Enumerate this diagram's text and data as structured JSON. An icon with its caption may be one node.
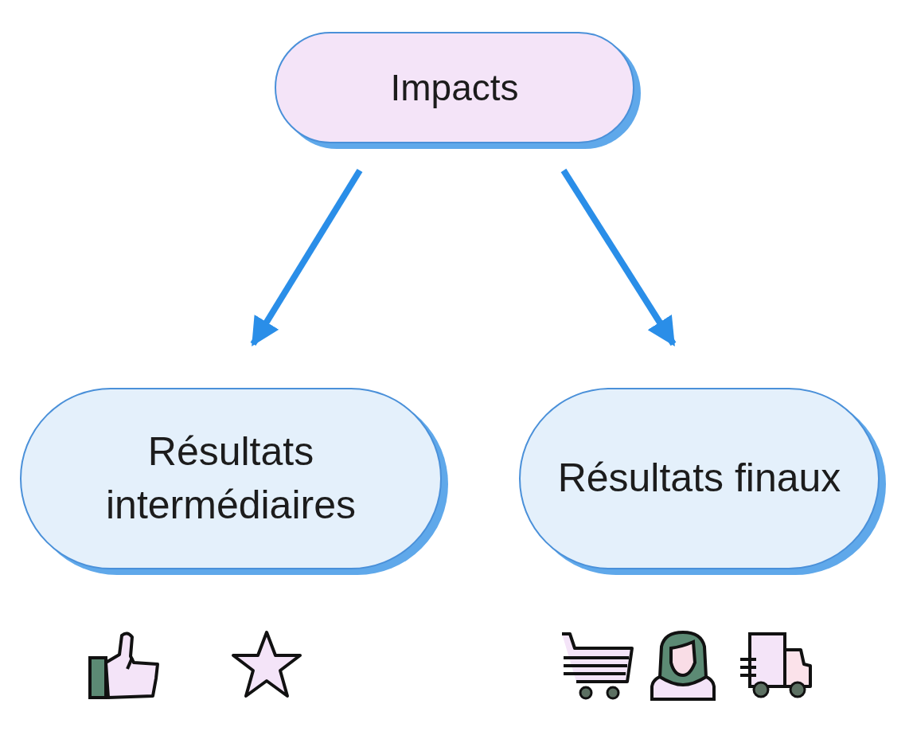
{
  "diagram": {
    "nodes": [
      {
        "text": [
          "Impacts"
        ]
      },
      {
        "text": [
          "Résultats intermédiaires"
        ]
      },
      {
        "text": [
          "Résultats finaux"
        ]
      }
    ],
    "edges": [
      {
        "from": 0,
        "to": 1,
        "arrow": "to"
      },
      {
        "from": 0,
        "to": 2,
        "arrow": "to"
      }
    ]
  }
}
